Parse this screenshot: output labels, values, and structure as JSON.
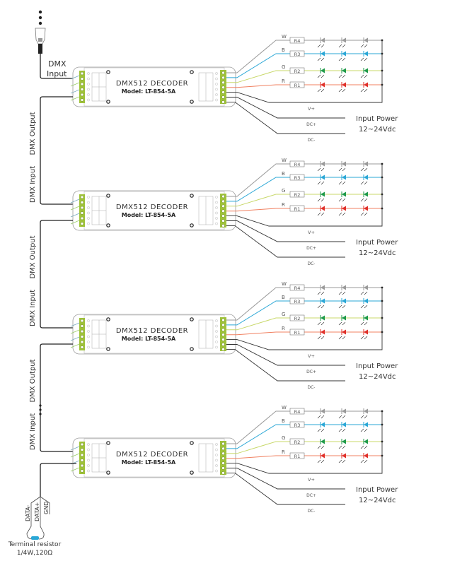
{
  "diagram": {
    "top_connector": {
      "label_line1": "DMX",
      "label_line2": "Input"
    },
    "decoder": {
      "title": "DMX512 DECODER",
      "model": "Model: LT-854-5A"
    },
    "units": [
      {
        "id": 1,
        "left_label_out": "DMX Output"
      },
      {
        "id": 2,
        "left_label_in": "DMX Input",
        "left_label_out": "DMX Output"
      },
      {
        "id": 3,
        "left_label_in": "DMX Input",
        "left_label_out": "DMX Output"
      },
      {
        "id": 4,
        "left_label_in": "DMX Input"
      }
    ],
    "channels": [
      {
        "letter": "W",
        "resistor": "R4",
        "color": "#9a9a9a"
      },
      {
        "letter": "B",
        "resistor": "R3",
        "color": "#2aa7d6"
      },
      {
        "letter": "G",
        "resistor": "R2",
        "color": "#1f9a4a",
        "wire_color": "#c8d86a"
      },
      {
        "letter": "R",
        "resistor": "R1",
        "color": "#e0302a",
        "wire_color": "#f08060"
      }
    ],
    "power": {
      "vplus": "V+",
      "dcplus": "DC+",
      "dcminus": "DC-",
      "title_line1": "Input Power",
      "title_line2": "12~24Vdc"
    },
    "terminal": {
      "pins": [
        "DATA-",
        "DATA+",
        "GND"
      ],
      "label_line1": "Terminal resistor",
      "label_line2": "1/4W,120Ω",
      "resistor_color": "#2aa7d6"
    },
    "leds_per_channel": 3
  }
}
